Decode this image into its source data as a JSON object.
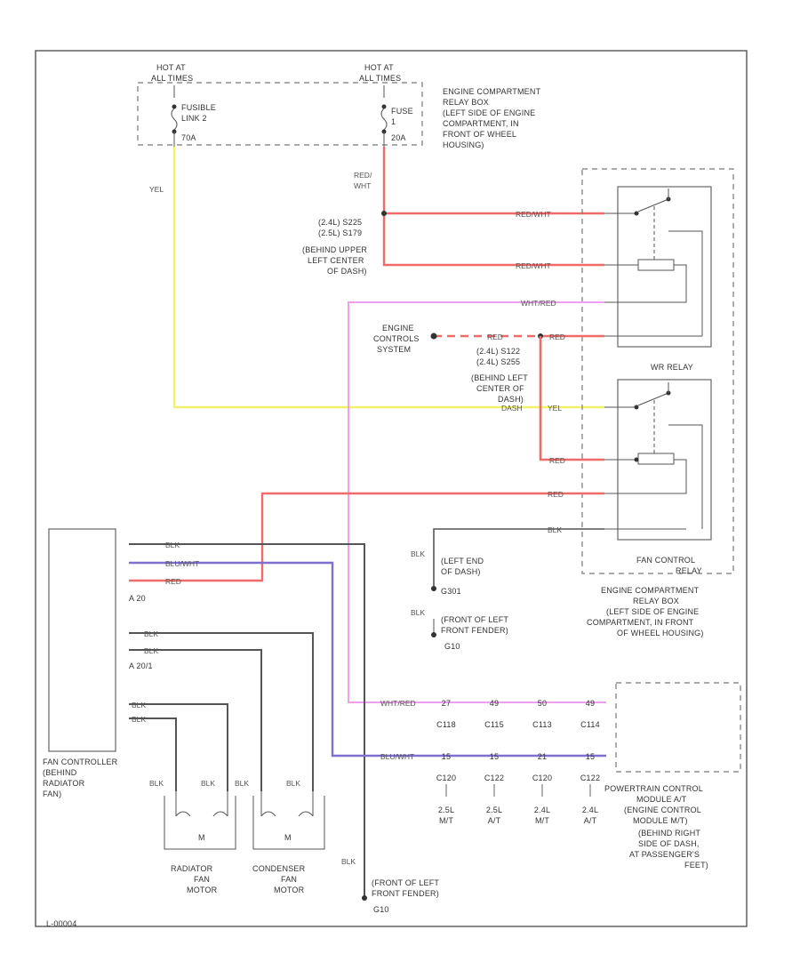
{
  "colors": {
    "red": "#f06a6a",
    "yellow": "#f2f26a",
    "pink": "#ef9fef",
    "blue": "#7d70cf",
    "black": "#444444",
    "grey": "#8a8a8a"
  },
  "power": {
    "hot_left": [
      "HOT AT",
      "ALL TIMES"
    ],
    "hot_right": [
      "HOT AT",
      "ALL TIMES"
    ],
    "fuse_left": [
      "FUSIBLE",
      "LINK 2",
      "70A"
    ],
    "fuse_right": [
      "FUSE",
      "1",
      "20A"
    ],
    "box_label": [
      "ENGINE COMPARTMENT",
      "RELAY BOX",
      "(LEFT SIDE OF ENGINE",
      "COMPARTMENT, IN",
      "FRONT OF WHEEL",
      "HOUSING)"
    ]
  },
  "splices": {
    "upper": [
      "(2.4L) S225",
      "(2.5L) S179",
      "(BEHIND UPPER",
      "LEFT CENTER",
      "OF DASH)"
    ],
    "lower": [
      "(2.4L) S122",
      "(2.4L) S255",
      "(BEHIND LEFT",
      "CENTER OF",
      "DASH)"
    ]
  },
  "engine_controls": [
    "ENGINE",
    "CONTROLS",
    "SYSTEM"
  ],
  "relays": {
    "wr_label": "WR RELAY",
    "fan_label": [
      "FAN CONTROL",
      "RELAY"
    ],
    "box_label": [
      "ENGINE COMPARTMENT",
      "RELAY BOX",
      "(LEFT SIDE OF ENGINE",
      "COMPARTMENT, IN FRONT",
      "OF WHEEL HOUSING)"
    ]
  },
  "wires": {
    "yel": "YEL",
    "red_wht": [
      "RED/",
      "WHT"
    ],
    "red_wht_1": "RED/WHT",
    "red_wht_2": "RED/WHT",
    "wht_red": "WHT/RED",
    "red_a": "RED",
    "red_b": "RED",
    "red_c": "RED",
    "red_d": "RED",
    "dash_label": "DASH",
    "yel_b": "YEL",
    "blk_relay": "BLK",
    "blk_ctrl": "BLK",
    "blu_wht": "BLU/WHT",
    "red_ctrl": "RED",
    "blk_left": "BLK",
    "blk_front": "BLK",
    "blk_bottom": "BLK",
    "blk_m1": "BLK",
    "blk_m2": "BLK",
    "blk_m3": "BLK",
    "blk_m4": "BLK",
    "blk_motor1": "BLK",
    "blk_motor2": "BLK",
    "blk_motor3": "BLK",
    "blk_motor4": "BLK",
    "wht_red_b": "WHT/RED",
    "blu_wht_b": "BLU/WHT"
  },
  "grounds": {
    "g1": [
      "(LEFT END",
      "OF DASH)",
      "G301"
    ],
    "g2": [
      "(FRONT OF LEFT",
      "FRONT FENDER)",
      "G10"
    ],
    "g3": [
      "(FRONT OF LEFT",
      "FRONT FENDER)",
      "G10"
    ]
  },
  "fan_controller": {
    "label": [
      "FAN CONTROLLER",
      "(BEHIND",
      "RADIATOR",
      "FAN)"
    ],
    "conn_top": "A 20",
    "conn_bot": "A 20/1"
  },
  "motors": {
    "radiator": [
      "RADIATOR",
      "FAN",
      "MOTOR"
    ],
    "condenser": [
      "CONDENSER",
      "FAN",
      "MOTOR"
    ],
    "symbol": "M"
  },
  "pcm": {
    "label": [
      "POWERTRAIN CONTROL",
      "MODULE A/T",
      "(ENGINE CONTROL",
      "MODULE M/T)",
      "(BEHIND RIGHT",
      "SIDE OF DASH,",
      "AT PASSENGER'S",
      "FEET)"
    ],
    "pins_top": [
      "27",
      "49",
      "50",
      "49"
    ],
    "conns_top": [
      "C118",
      "C115",
      "C113",
      "C114"
    ],
    "pins_bot": [
      "15",
      "15",
      "21",
      "15"
    ],
    "conns_bot": [
      "C120",
      "C122",
      "C120",
      "C122"
    ],
    "variants": [
      [
        "2.5L",
        "M/T"
      ],
      [
        "2.5L",
        "A/T"
      ],
      [
        "2.4L",
        "M/T"
      ],
      [
        "2.4L",
        "A/T"
      ]
    ]
  },
  "footer_code": "L-00004"
}
